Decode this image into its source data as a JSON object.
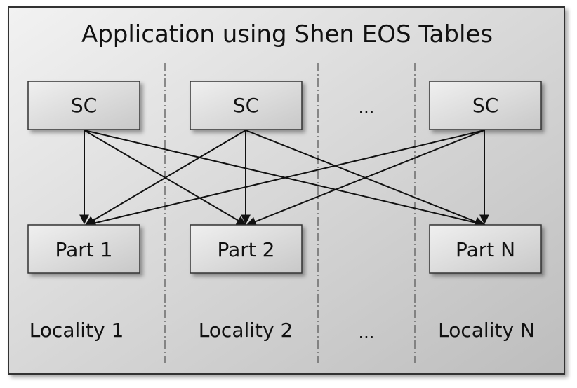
{
  "title": "Application using Shen EOS Tables",
  "top_boxes": [
    {
      "label": "SC"
    },
    {
      "label": "SC"
    },
    {
      "label": "SC"
    }
  ],
  "top_ellipsis": "...",
  "bottom_boxes": [
    {
      "label": "Part 1"
    },
    {
      "label": "Part 2"
    },
    {
      "label": "Part N"
    }
  ],
  "localities": [
    {
      "label": "Locality 1"
    },
    {
      "label": "Locality 2"
    },
    {
      "label": "Locality N"
    }
  ],
  "bottom_ellipsis": "...",
  "colors": {
    "panel_fill": "#d9d9d9",
    "box_fill": "#d6d6d6",
    "line": "#111111"
  }
}
